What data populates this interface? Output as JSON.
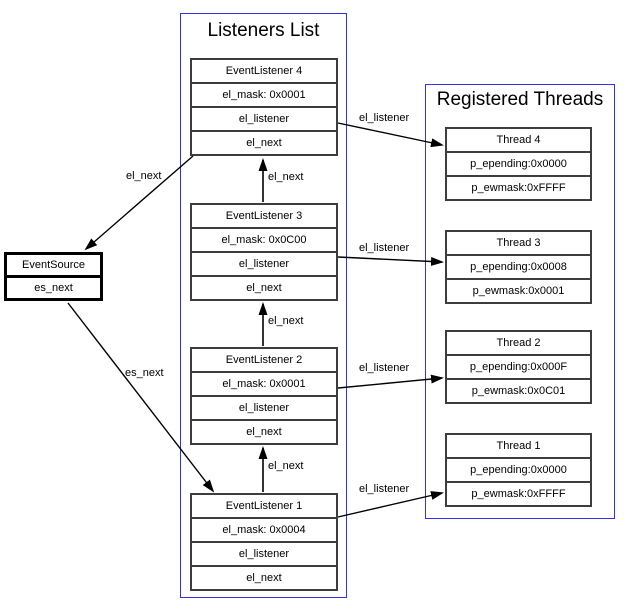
{
  "colors": {
    "container_border": "#3232e8",
    "node_border": "#3d3d3d",
    "source_border": "#000000",
    "arrow": "#000000",
    "background": "#ffffff"
  },
  "event_source": {
    "title": "EventSource",
    "field": "es_next"
  },
  "listeners": {
    "title": "Listeners List",
    "boxes": [
      {
        "title": "EventListener 4",
        "rows": [
          "el_mask: 0x0001",
          "el_listener",
          "el_next"
        ]
      },
      {
        "title": "EventListener 3",
        "rows": [
          "el_mask: 0x0C00",
          "el_listener",
          "el_next"
        ]
      },
      {
        "title": "EventListener 2",
        "rows": [
          "el_mask: 0x0001",
          "el_listener",
          "el_next"
        ]
      },
      {
        "title": "EventListener 1",
        "rows": [
          "el_mask: 0x0004",
          "el_listener",
          "el_next"
        ]
      }
    ]
  },
  "threads": {
    "title": "Registered Threads",
    "boxes": [
      {
        "title": "Thread 4",
        "rows": [
          "p_epending:0x0000",
          "p_ewmask:0xFFFF"
        ]
      },
      {
        "title": "Thread 3",
        "rows": [
          "p_epending:0x0008",
          "p_ewmask:0x0001"
        ]
      },
      {
        "title": "Thread 2",
        "rows": [
          "p_epending:0x000F",
          "p_ewmask:0x0C01"
        ]
      },
      {
        "title": "Thread 1",
        "rows": [
          "p_epending:0x0000",
          "p_ewmask:0xFFFF"
        ]
      }
    ]
  },
  "labels": {
    "el_next": "el_next",
    "es_next": "es_next",
    "el_listener": "el_listener"
  }
}
